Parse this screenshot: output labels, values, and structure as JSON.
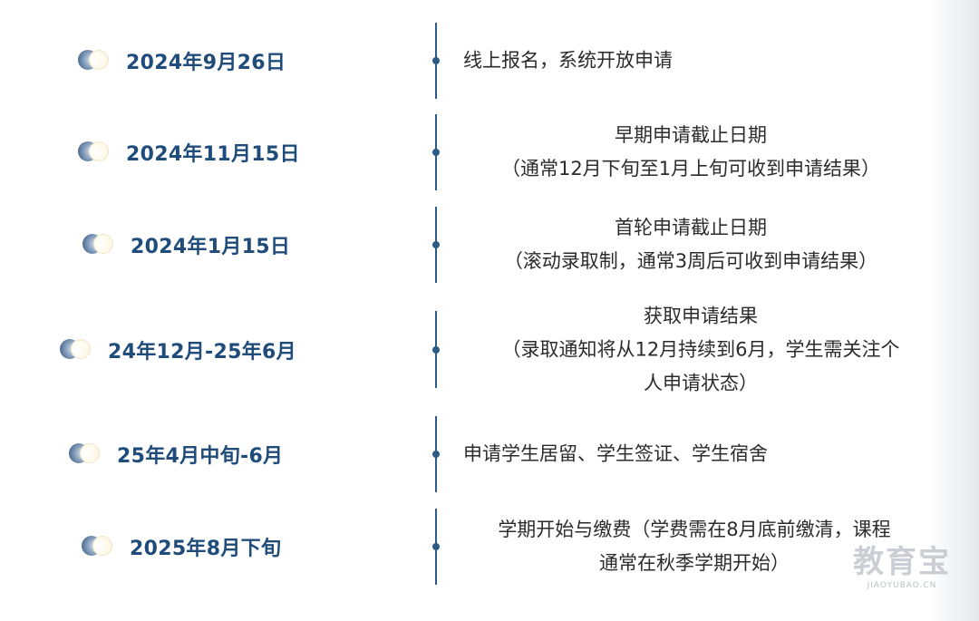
{
  "timeline": {
    "rows": [
      {
        "date": "2024年9月26日",
        "lines": [
          "线上报名，系统开放申请"
        ]
      },
      {
        "date": "2024年11月15日",
        "lines": [
          "早期申请截止日期",
          "（通常12月下旬至1月上旬可收到申请结果）"
        ]
      },
      {
        "date": "2024年1月15日",
        "lines": [
          "首轮申请截止日期",
          "（滚动录取制，通常3周后可收到申请结果）"
        ]
      },
      {
        "date": "24年12月-25年6月",
        "lines": [
          "获取申请结果",
          "（录取通知将从12月持续到6月，学生需关注个",
          "人申请状态）"
        ]
      },
      {
        "date": "25年4月中旬-6月",
        "lines": [
          "申请学生居留、学生签证、学生宿舍"
        ]
      },
      {
        "date": "2025年8月下旬",
        "lines": [
          "学期开始与缴费（学费需在8月底前缴清，课程",
          "通常在秋季学期开始）"
        ]
      }
    ]
  },
  "watermark": {
    "main": "教育宝",
    "sub": "JIAOYUBAO.CN"
  },
  "icons": {
    "date_marker": "half-moon-circles-icon",
    "timeline_node": "dot-icon"
  },
  "colors": {
    "date_text": "#1f4c7a",
    "line": "#2c5b87",
    "body_text": "#2b2b2b"
  }
}
